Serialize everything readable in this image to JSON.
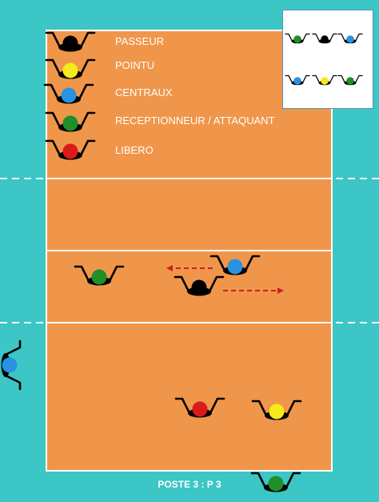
{
  "colors": {
    "background": "#3cc6c6",
    "court": "#f0964a",
    "lines": "#ffffff",
    "arrow": "#cc1f1f",
    "player_body": "#000000"
  },
  "legend": [
    {
      "label": "PASSEUR",
      "color": "#000000",
      "role": "passeur"
    },
    {
      "label": "POINTU",
      "color": "#f6ea1a",
      "role": "pointu"
    },
    {
      "label": "CENTRAUX",
      "color": "#2a92e2",
      "role": "centraux"
    },
    {
      "label": "RECEPTIONNEUR / ATTAQUANT",
      "color": "#1e8f2a",
      "role": "receptionneur"
    },
    {
      "label": "LIBERO",
      "color": "#dd1a1a",
      "role": "libero"
    }
  ],
  "rotation_label": "POSTE 3 : P 3",
  "players": [
    {
      "role": "receptionneur",
      "color": "#1e8f2a",
      "orientation": "up"
    },
    {
      "role": "centraux",
      "color": "#2a92e2",
      "orientation": "up"
    },
    {
      "role": "passeur",
      "color": "#000000",
      "orientation": "up"
    },
    {
      "role": "centraux",
      "color": "#2a92e2",
      "orientation": "left"
    },
    {
      "role": "libero",
      "color": "#dd1a1a",
      "orientation": "up"
    },
    {
      "role": "pointu",
      "color": "#f6ea1a",
      "orientation": "up"
    },
    {
      "role": "receptionneur",
      "color": "#1e8f2a",
      "orientation": "up"
    }
  ],
  "movement_arrows": [
    {
      "from_role": "centraux",
      "direction": "left"
    },
    {
      "from_role": "passeur",
      "direction": "right"
    }
  ],
  "mini_formation": {
    "front_row": [
      "#1e8f2a",
      "#000000",
      "#2a92e2"
    ],
    "back_row": [
      "#2a92e2",
      "#f6ea1a",
      "#1e8f2a"
    ]
  }
}
